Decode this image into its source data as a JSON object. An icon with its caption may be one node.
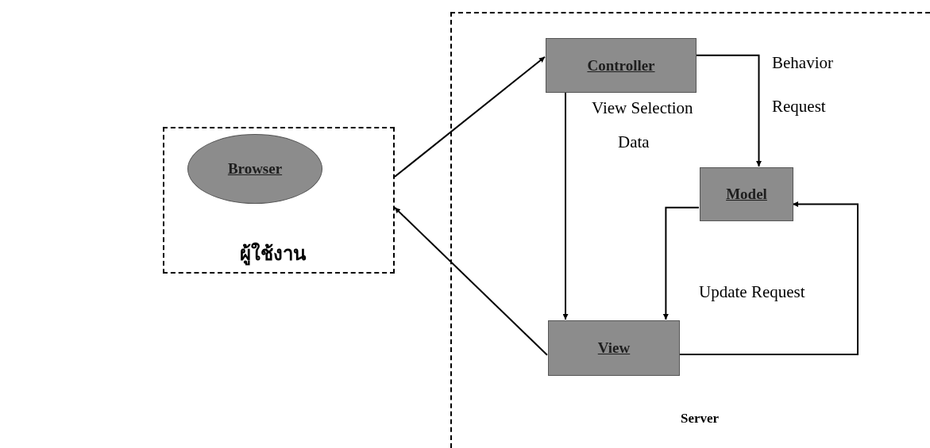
{
  "diagram": {
    "nodes": [
      {
        "text": [
          "ผู้ใช้งาน"
        ]
      },
      {
        "text": [
          "Browser"
        ],
        "in": 0
      },
      {
        "text": [
          "Server"
        ]
      },
      {
        "text": [
          "Controller"
        ],
        "in": 2
      },
      {
        "text": [
          "Model"
        ],
        "in": 2
      },
      {
        "text": [
          "View"
        ],
        "in": 2
      }
    ],
    "edges": [
      {
        "from": 0,
        "to": 3,
        "arrow": "to"
      },
      {
        "from": 5,
        "to": 0,
        "arrow": "to"
      },
      {
        "from": 3,
        "to": 5,
        "arrow": "to",
        "label": "View Selection"
      },
      {
        "from": 3,
        "to": 4,
        "arrow": "to",
        "label": "Behavior Request"
      },
      {
        "from": 4,
        "to": 5,
        "arrow": "to",
        "label": "Data"
      },
      {
        "from": 5,
        "to": 4,
        "arrow": "to",
        "label": "Update Request"
      }
    ]
  }
}
